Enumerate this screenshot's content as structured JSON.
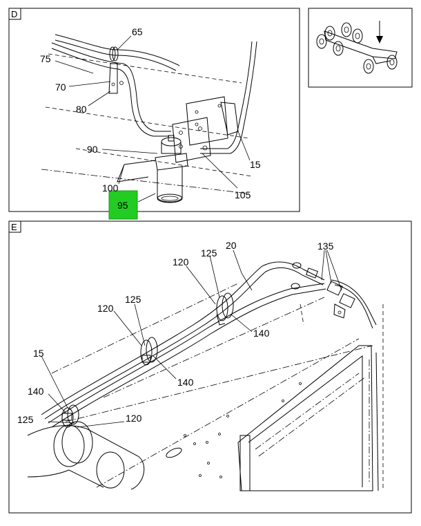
{
  "panel_d": {
    "letter": "D",
    "callouts": {
      "c65": "65",
      "c75": "75",
      "c70": "70",
      "c80": "80",
      "c90": "90",
      "c100": "100",
      "c95": "95",
      "c105": "105",
      "c15": "15"
    },
    "highlight_color": "#22cc22"
  },
  "panel_e": {
    "letter": "E",
    "callouts": {
      "c20": "20",
      "c135": "135",
      "c125a": "125",
      "c120a": "120",
      "c140a": "140",
      "c120b": "120",
      "c125b": "125",
      "c140b": "140",
      "c15": "15",
      "c140c": "140",
      "c125c": "125",
      "c120c": "120"
    }
  }
}
